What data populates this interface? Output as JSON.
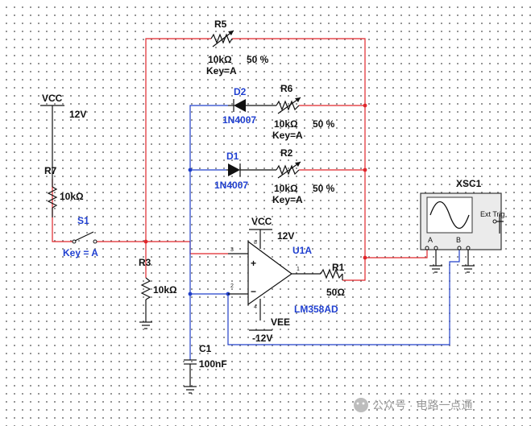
{
  "components": {
    "vcc_left": {
      "name": "VCC",
      "value": "12V"
    },
    "r7": {
      "ref": "R7",
      "value": "10kΩ"
    },
    "s1": {
      "ref": "S1",
      "key": "Key = A"
    },
    "r3": {
      "ref": "R3",
      "value": "10kΩ"
    },
    "c1": {
      "ref": "C1",
      "value": "100nF"
    },
    "r5": {
      "ref": "R5",
      "value": "10kΩ",
      "percent": "50 %",
      "key": "Key=A"
    },
    "d2": {
      "ref": "D2",
      "part": "1N4007"
    },
    "r6": {
      "ref": "R6",
      "value": "10kΩ",
      "percent": "50 %",
      "key": "Key=A"
    },
    "d1": {
      "ref": "D1",
      "part": "1N4007"
    },
    "r2": {
      "ref": "R2",
      "value": "10kΩ",
      "percent": "50 %",
      "key": "Key=A"
    },
    "u1a": {
      "ref": "U1A",
      "part": "LM358AD",
      "vcc": "VCC",
      "vcc_value": "12V",
      "vee": "VEE",
      "vee_value": "-12V",
      "pin_plus": "3",
      "pin_minus": "2",
      "pin_out": "1",
      "pin_top": "8",
      "pin_bottom": "4"
    },
    "r1": {
      "ref": "R1",
      "value": "50Ω"
    },
    "xsc1": {
      "ref": "XSC1",
      "ext_trig": "Ext Trig",
      "ch_a": "A",
      "ch_b": "B"
    }
  },
  "watermark": "公众号 · 电路一点通",
  "colors": {
    "wire_red": "#e0262b",
    "wire_blue": "#2140c9",
    "wire_black": "#111111",
    "label_blue": "#1f3fd0"
  }
}
